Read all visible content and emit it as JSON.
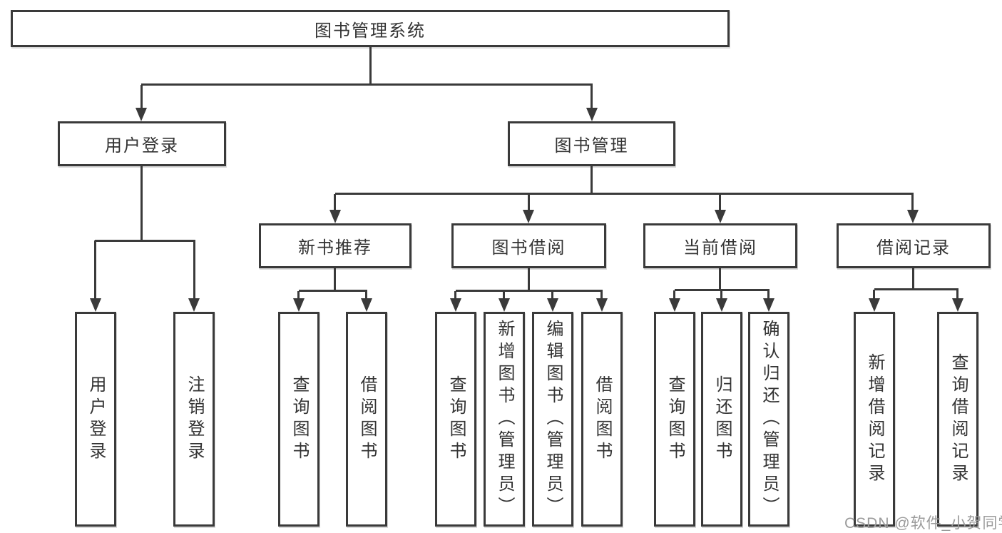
{
  "diagram": {
    "title_node": {
      "label": "图书管理系统"
    },
    "user_login": {
      "label": "用户登录",
      "children": [
        {
          "label": "用户登录"
        },
        {
          "label": "注销登录"
        }
      ]
    },
    "book_management": {
      "label": "图书管理",
      "sections": [
        {
          "label": "新书推荐",
          "children": [
            {
              "label": "查询图书"
            },
            {
              "label": "借阅图书"
            }
          ]
        },
        {
          "label": "图书借阅",
          "children": [
            {
              "label": "查询图书"
            },
            {
              "label": "新增图书（管理员）"
            },
            {
              "label": "编辑图书（管理员）"
            },
            {
              "label": "借阅图书"
            }
          ]
        },
        {
          "label": "当前借阅",
          "children": [
            {
              "label": "查询图书"
            },
            {
              "label": "归还图书"
            },
            {
              "label": "确认归还（管理员）"
            }
          ]
        },
        {
          "label": "借阅记录",
          "children": [
            {
              "label": "新增借阅记录"
            },
            {
              "label": "查询借阅记录"
            }
          ]
        }
      ]
    },
    "watermark": "CSDN @软件_小贺同学"
  },
  "colors": {
    "line": "#3a3a3a",
    "text": "#333333",
    "watermark": "#9b9b9b",
    "background": "#ffffff"
  }
}
